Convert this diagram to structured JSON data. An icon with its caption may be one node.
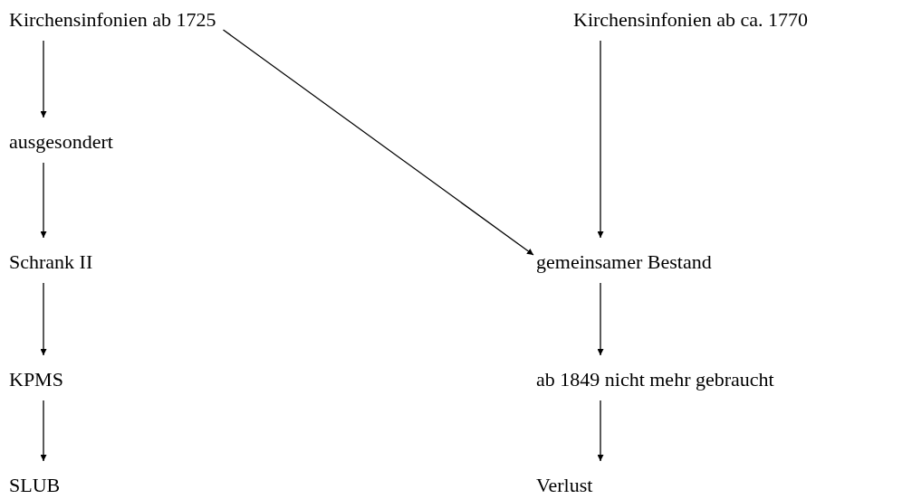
{
  "diagram": {
    "nodes": [
      {
        "text": [
          "Kirchensinfonien ab 1725"
        ]
      },
      {
        "text": [
          "ausgesondert"
        ]
      },
      {
        "text": [
          "Schrank II"
        ]
      },
      {
        "text": [
          "KPMS"
        ]
      },
      {
        "text": [
          "SLUB"
        ]
      },
      {
        "text": [
          "Kirchensinfonien ab ca. 1770"
        ]
      },
      {
        "text": [
          "gemeinsamer Bestand"
        ]
      },
      {
        "text": [
          "ab 1849 nicht mehr gebraucht"
        ]
      },
      {
        "text": [
          "Verlust"
        ]
      }
    ],
    "edges": [
      {
        "from": 0,
        "to": 1,
        "arrow": "to"
      },
      {
        "from": 1,
        "to": 2,
        "arrow": "to"
      },
      {
        "from": 2,
        "to": 3,
        "arrow": "to"
      },
      {
        "from": 3,
        "to": 4,
        "arrow": "to"
      },
      {
        "from": 0,
        "to": 6,
        "arrow": "to"
      },
      {
        "from": 5,
        "to": 6,
        "arrow": "to"
      },
      {
        "from": 6,
        "to": 7,
        "arrow": "to"
      },
      {
        "from": 7,
        "to": 8,
        "arrow": "to"
      }
    ]
  }
}
